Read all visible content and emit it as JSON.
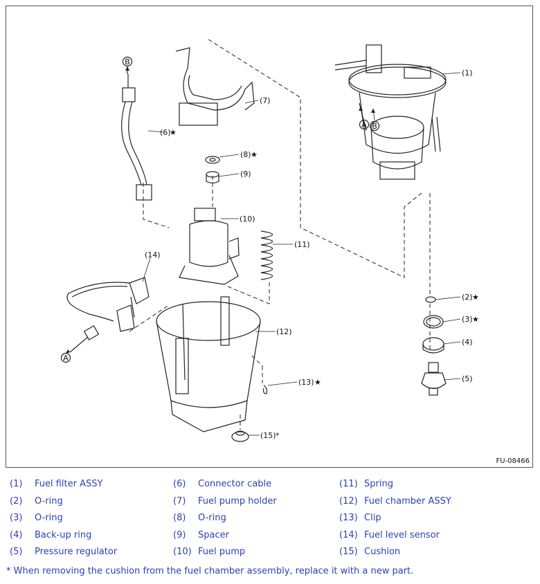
{
  "diagram": {
    "code": "FU-08466",
    "callouts": [
      {
        "id": "1",
        "text": "(1)"
      },
      {
        "id": "2",
        "text": "(2)"
      },
      {
        "id": "3",
        "text": "(3)"
      },
      {
        "id": "4",
        "text": "(4)"
      },
      {
        "id": "5",
        "text": "(5)"
      },
      {
        "id": "6",
        "text": "(6)"
      },
      {
        "id": "7",
        "text": "(7)"
      },
      {
        "id": "8",
        "text": "(8)"
      },
      {
        "id": "9",
        "text": "(9)"
      },
      {
        "id": "10",
        "text": "(10)"
      },
      {
        "id": "11",
        "text": "(11)"
      },
      {
        "id": "12",
        "text": "(12)"
      },
      {
        "id": "13",
        "text": "(13)"
      },
      {
        "id": "14",
        "text": "(14)"
      },
      {
        "id": "15",
        "text": "(15)"
      }
    ],
    "connectors": {
      "a": "A",
      "b": "B"
    },
    "marks": {
      "star": "★",
      "asterisk": "*"
    }
  },
  "legend": [
    [
      {
        "num": "(1)",
        "name": "Fuel filter ASSY"
      },
      {
        "num": "(6)",
        "name": "Connector cable"
      },
      {
        "num": "(11)",
        "name": "Spring"
      }
    ],
    [
      {
        "num": "(2)",
        "name": "O-ring"
      },
      {
        "num": "(7)",
        "name": "Fuel pump holder"
      },
      {
        "num": "(12)",
        "name": "Fuel chamber ASSY"
      }
    ],
    [
      {
        "num": "(3)",
        "name": "O-ring"
      },
      {
        "num": "(8)",
        "name": "O-ring"
      },
      {
        "num": "(13)",
        "name": "Clip"
      }
    ],
    [
      {
        "num": "(4)",
        "name": "Back-up ring"
      },
      {
        "num": "(9)",
        "name": "Spacer"
      },
      {
        "num": "(14)",
        "name": "Fuel level sensor"
      }
    ],
    [
      {
        "num": "(5)",
        "name": "Pressure regulator"
      },
      {
        "num": "(10)",
        "name": "Fuel pump"
      },
      {
        "num": "(15)",
        "name": "Cushion"
      }
    ]
  ],
  "note": "* When removing the cushion from the fuel chamber assembly, replace it with a new part."
}
